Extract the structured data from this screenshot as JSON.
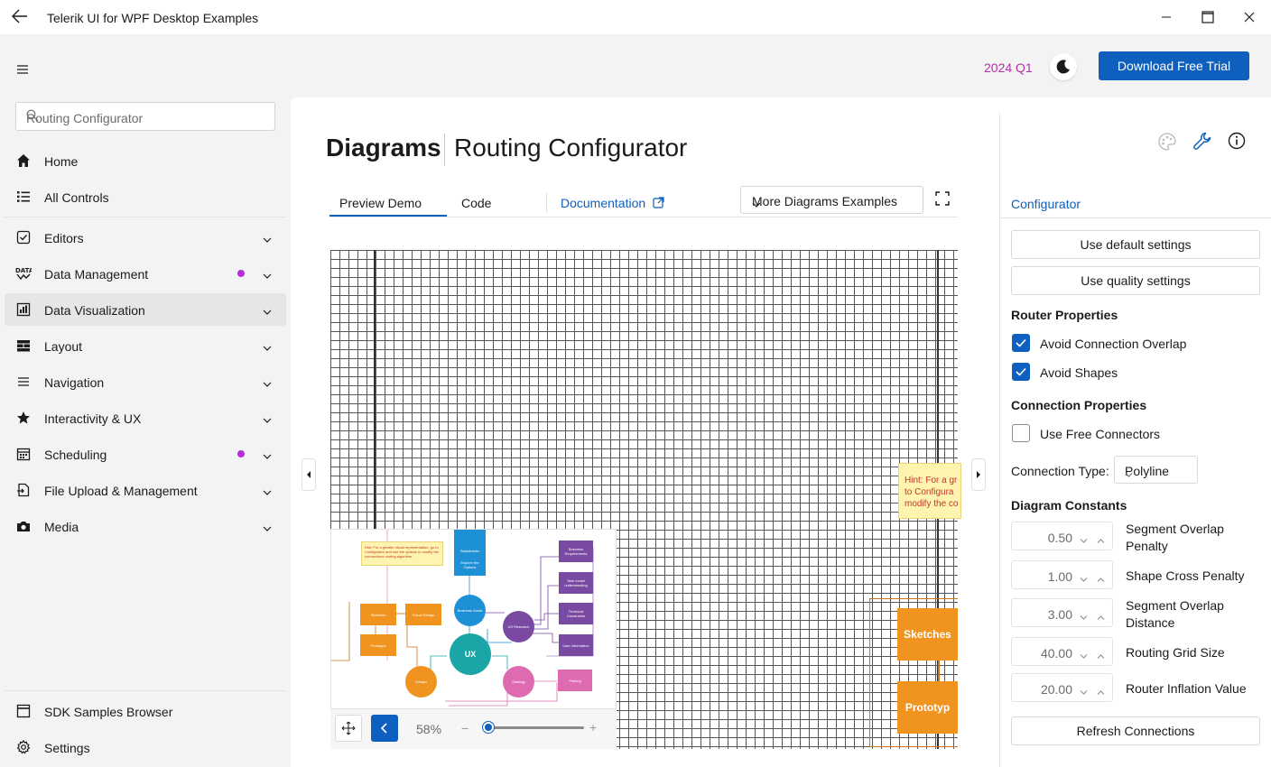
{
  "window": {
    "title": "Telerik UI for WPF Desktop Examples"
  },
  "header": {
    "version": "2024 Q1",
    "download_label": "Download Free Trial"
  },
  "search": {
    "value": "Routing Configurator"
  },
  "nav": {
    "items": [
      {
        "label": "Home",
        "icon": "home-icon"
      },
      {
        "label": "All Controls",
        "icon": "list-icon"
      },
      {
        "label": "Editors",
        "icon": "checkbox-icon"
      },
      {
        "label": "Data Management",
        "icon": "data-icon"
      },
      {
        "label": "Data Visualization",
        "icon": "chart-icon"
      },
      {
        "label": "Layout",
        "icon": "layout-icon"
      },
      {
        "label": "Navigation",
        "icon": "menu-icon"
      },
      {
        "label": "Interactivity & UX",
        "icon": "star-icon"
      },
      {
        "label": "Scheduling",
        "icon": "calendar-icon"
      },
      {
        "label": "File Upload & Management",
        "icon": "file-icon"
      },
      {
        "label": "Media",
        "icon": "camera-icon"
      }
    ],
    "bottom": [
      {
        "label": "SDK Samples Browser",
        "icon": "browser-icon"
      },
      {
        "label": "Settings",
        "icon": "gear-icon"
      }
    ]
  },
  "page": {
    "category": "Diagrams",
    "title": "Routing Configurator",
    "tabs": [
      "Preview Demo",
      "Code"
    ],
    "doc_link": "Documentation",
    "more_examples": "More Diagrams Examples"
  },
  "diagram": {
    "hint_lines": [
      "Hint: For a gr",
      "to  Configura",
      "modify the co"
    ],
    "shape_sketches": "Sketches",
    "shape_prototype": "Prototyp",
    "zoom": "58%",
    "zoom_fraction": 0.0,
    "overview": {
      "hint": "Hint: For a greater visual representation, go to Configurator and use the options to modify the connections routing algorithm.",
      "shapes": {
        "stakeholder": "Stakeholder Research",
        "explore": "Explore the Options",
        "business_goals": "Business Goals",
        "ux": "UX",
        "ux_research": "UX Research",
        "business_req": "Business Requirements",
        "task_model": "Task model understanding",
        "technical": "Technical Constraints",
        "user_info": "User information",
        "sketches": "Sketches",
        "visual_design": "Visual Design",
        "prototype": "Prototype",
        "design": "Design",
        "strategy": "Strategy",
        "planing": "Planing"
      }
    }
  },
  "configurator": {
    "tab": "Configurator",
    "default_btn": "Use default settings",
    "quality_btn": "Use quality settings",
    "router_head": "Router Properties",
    "avoid_overlap": "Avoid Connection Overlap",
    "avoid_overlap_checked": true,
    "avoid_shapes": "Avoid Shapes",
    "avoid_shapes_checked": true,
    "connection_head": "Connection Properties",
    "free_connectors": "Use Free Connectors",
    "free_connectors_checked": false,
    "connection_type_label": "Connection Type:",
    "connection_type_value": "Polyline",
    "constants_head": "Diagram Constants",
    "constants": [
      {
        "value": "0.50",
        "label": "Segment Overlap Penalty"
      },
      {
        "value": "1.00",
        "label": "Shape Cross Penalty"
      },
      {
        "value": "3.00",
        "label": "Segment Overlap Distance"
      },
      {
        "value": "40.00",
        "label": "Routing Grid Size"
      },
      {
        "value": "20.00",
        "label": "Router Inflation Value"
      }
    ],
    "refresh_btn": "Refresh Connections"
  },
  "colors": {
    "accent": "#0e5fbe",
    "version": "#b52fa8",
    "orange": "#f0941f",
    "teal": "#1aa6a6",
    "blue": "#1e90d6",
    "purple": "#7a4aa3",
    "pink": "#de6bb0"
  }
}
